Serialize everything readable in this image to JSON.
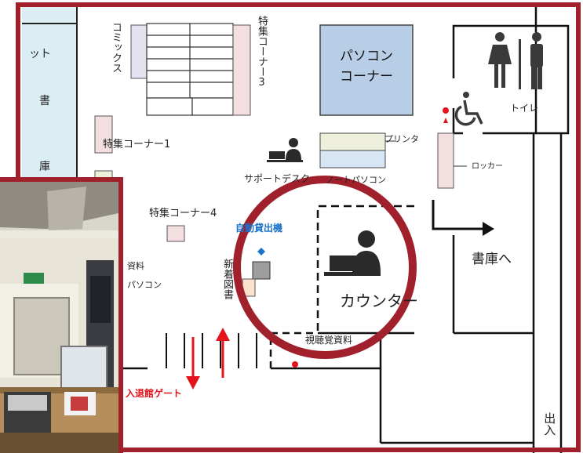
{
  "map": {
    "comics": "コミックス",
    "feature_corner_3": "特集コーナー3",
    "pc_corner": "パソコン\nコーナー",
    "toilet": "トイレ",
    "feature_corner_1": "特集コーナー1",
    "feature_corner_4": "特集コーナー4",
    "support_desk": "サポートデスク",
    "printer": "プリンタ",
    "notebook_pc": "ノートパソコン",
    "locker": "ロッカー",
    "self_checkout": "自動貸出機",
    "to_stacks": "書庫へ",
    "counter": "カウンター",
    "new_books": "新着図書",
    "av_materials": "視聴覚資料",
    "materials_partial": "資料",
    "pc_partial": "パソコン",
    "gate": "入退館ゲート",
    "exit": "出入",
    "left_edge_1": "ット",
    "left_edge_2": "書",
    "left_edge_3": "庫"
  },
  "colors": {
    "frame": "#a0202c",
    "pc_corner_fill": "#b8cde6",
    "pink_shelf": "#f3dfe0",
    "lavender_shelf": "#e4e1f0",
    "cream": "#eef0dc",
    "light_blue": "#d7e6f5",
    "gray_box": "#9d9d9d",
    "peach": "#fbe2cf",
    "left_strip": "#daeef3",
    "red": "#e5141c",
    "blue": "#1a73c9"
  },
  "icons": [
    "restroom-icon",
    "wheelchair-icon",
    "desk-person-icon",
    "counter-person-icon",
    "diamond-marker-icon",
    "red-dot-marker"
  ]
}
